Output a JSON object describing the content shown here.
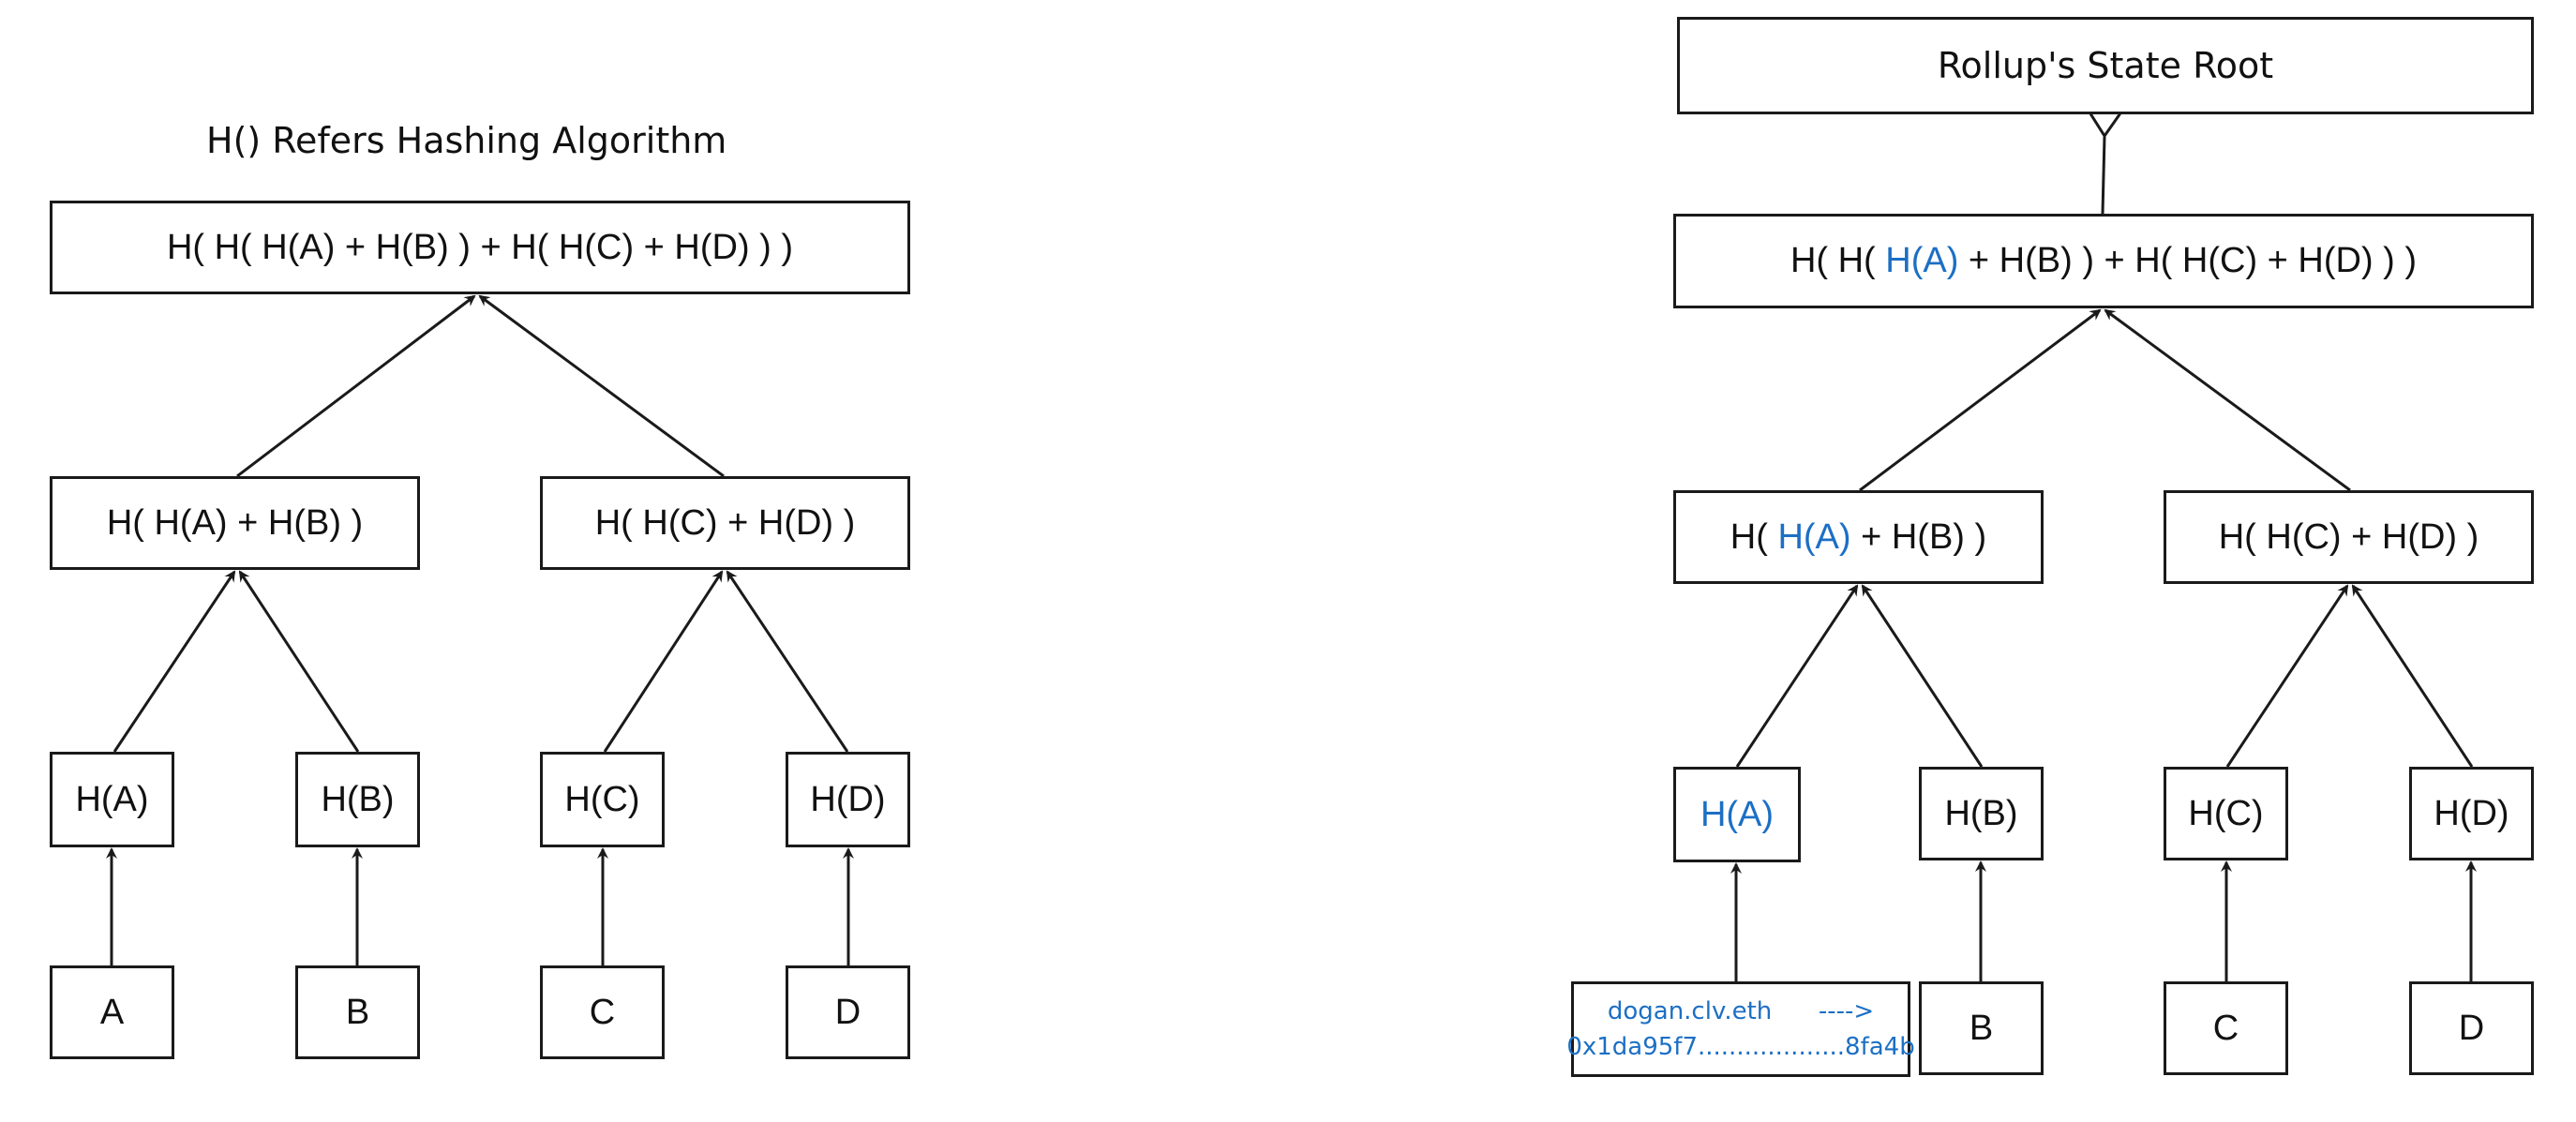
{
  "left": {
    "caption": "H() Refers Hashing Algorithm",
    "root": "H( H( H(A) + H(B) ) + H( H(C) + H(D) ) )",
    "mid_left": "H( H(A) + H(B) )",
    "mid_right": "H( H(C) + H(D) )",
    "hash_a": "H(A)",
    "hash_b": "H(B)",
    "hash_c": "H(C)",
    "hash_d": "H(D)",
    "leaf_a": "A",
    "leaf_b": "B",
    "leaf_c": "C",
    "leaf_d": "D"
  },
  "right": {
    "state_root": "Rollup's State Root",
    "root_pre": "H( H( ",
    "root_hl": "H(A)",
    "root_post": " + H(B) ) + H( H(C) + H(D) ) )",
    "mid_left_pre": "H( ",
    "mid_left_hl": "H(A)",
    "mid_left_post": " + H(B) )",
    "mid_right": "H( H(C) + H(D) )",
    "hash_a": "H(A)",
    "hash_b": "H(B)",
    "hash_c": "H(C)",
    "hash_d": "H(D)",
    "leaf_a_line1": "dogan.clv.eth      ---->",
    "leaf_a_line2": "0x1da95f7...................8fa4b",
    "leaf_b": "B",
    "leaf_c": "C",
    "leaf_d": "D"
  },
  "colors": {
    "highlight": "#1c6fc4",
    "stroke": "#1a1a1a"
  }
}
